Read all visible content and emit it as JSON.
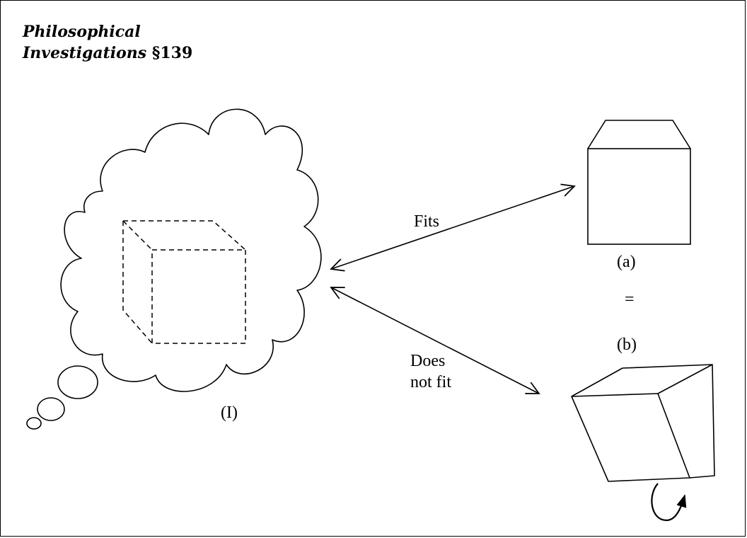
{
  "title": {
    "line1": "Philosophical",
    "line2_italic": "Investigations",
    "line2_rest": " §139"
  },
  "labels": {
    "fits": "Fits",
    "does_not_fit_line1": "Does",
    "does_not_fit_line2": "not fit",
    "figure_a": "(a)",
    "equals": "=",
    "figure_b": "(b)",
    "thought_I": "(I)"
  }
}
